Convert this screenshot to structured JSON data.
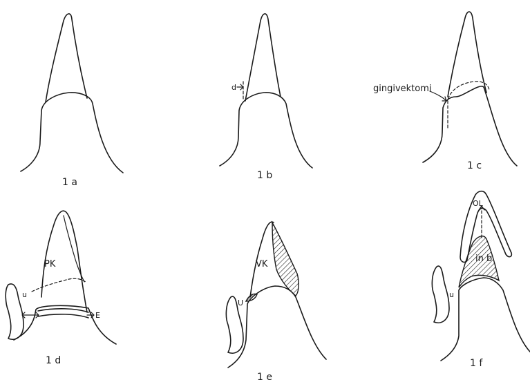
{
  "figure": {
    "panels": [
      {
        "caption": "1 a"
      },
      {
        "caption": "1 b",
        "label_d": "d"
      },
      {
        "caption": "1 c",
        "label_gingivektomi": "gingivektomi"
      },
      {
        "caption": "1 d",
        "label_pk": "PK",
        "label_u": "u",
        "label_e": "E"
      },
      {
        "caption": "1 e",
        "label_vk": "VK",
        "label_u": "U"
      },
      {
        "caption": "1 f",
        "label_ol": "OL",
        "label_inb": "in b",
        "label_u": "u"
      }
    ]
  }
}
